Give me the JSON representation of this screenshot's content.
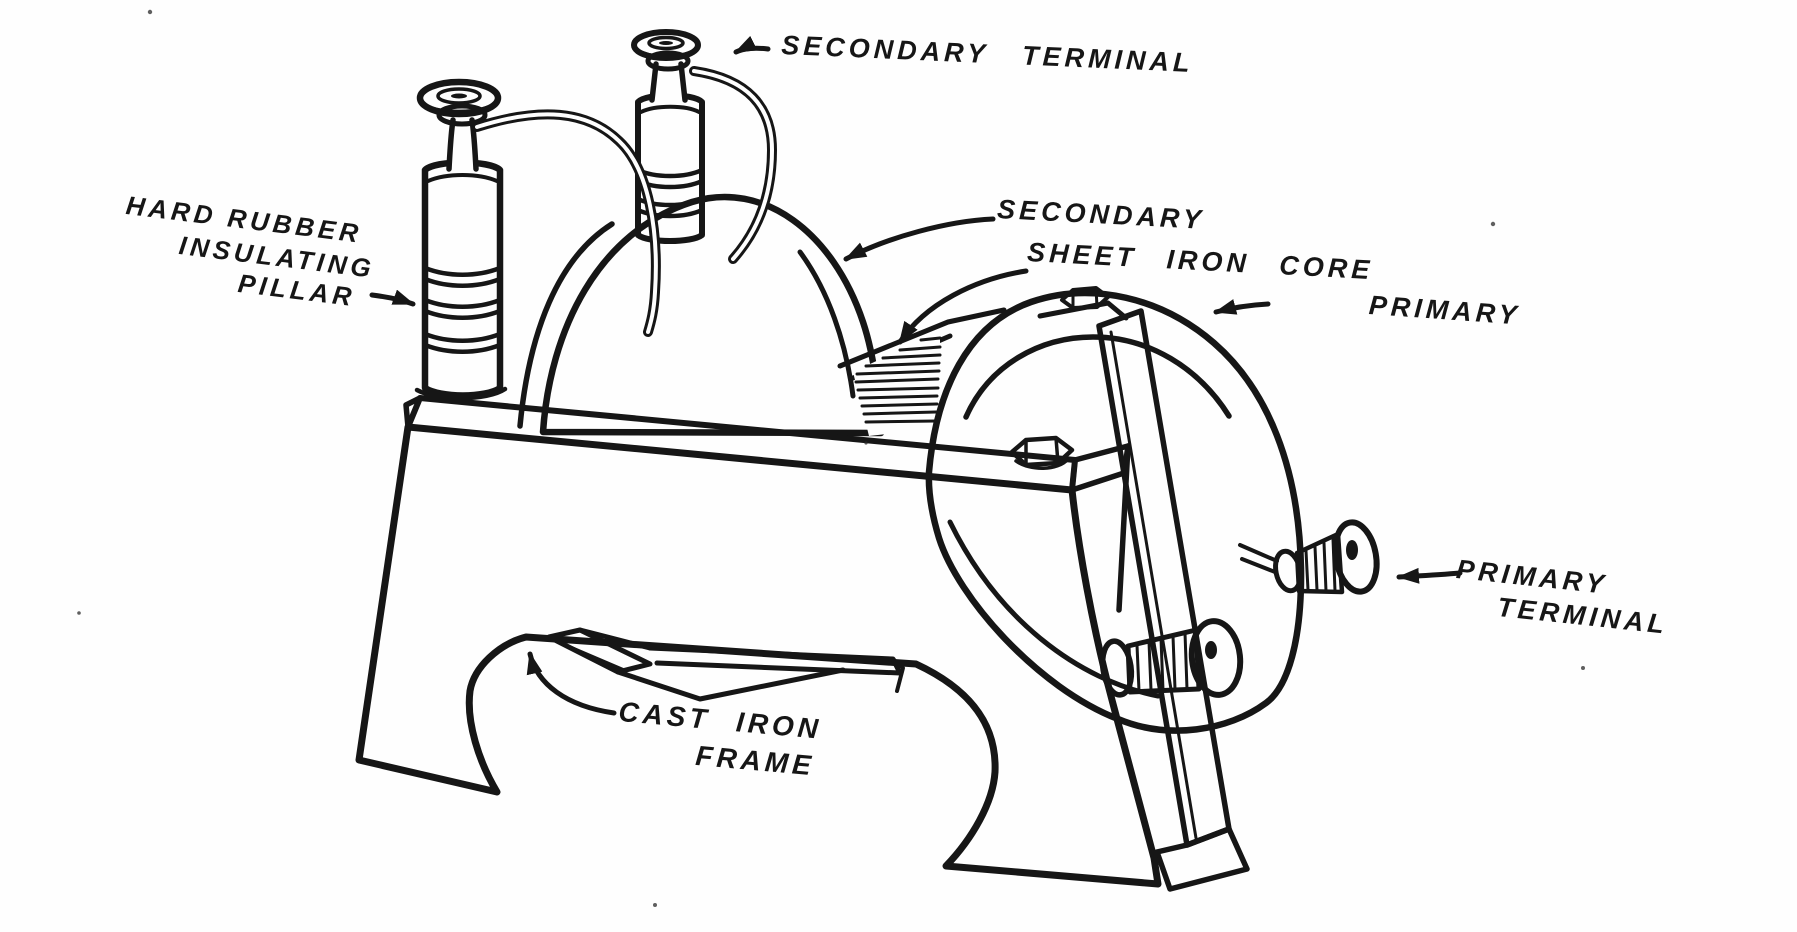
{
  "figure": {
    "kind": "hand-drawn transformer illustration",
    "colors": {
      "ink": "#161616",
      "paper": "#fefefe"
    }
  },
  "labels": {
    "secondary_terminal": "SECONDARY  TERMINAL",
    "hard_rubber_pillar": [
      "HARD RUBBER",
      "INSULATING",
      "PILLAR"
    ],
    "secondary": "SECONDARY",
    "sheet_iron_core": "SHEET  IRON  CORE",
    "primary": "PRIMARY",
    "primary_terminal": [
      "PRIMARY",
      "TERMINAL"
    ],
    "cast_iron_frame": [
      "CAST  IRON",
      "FRAME"
    ]
  }
}
